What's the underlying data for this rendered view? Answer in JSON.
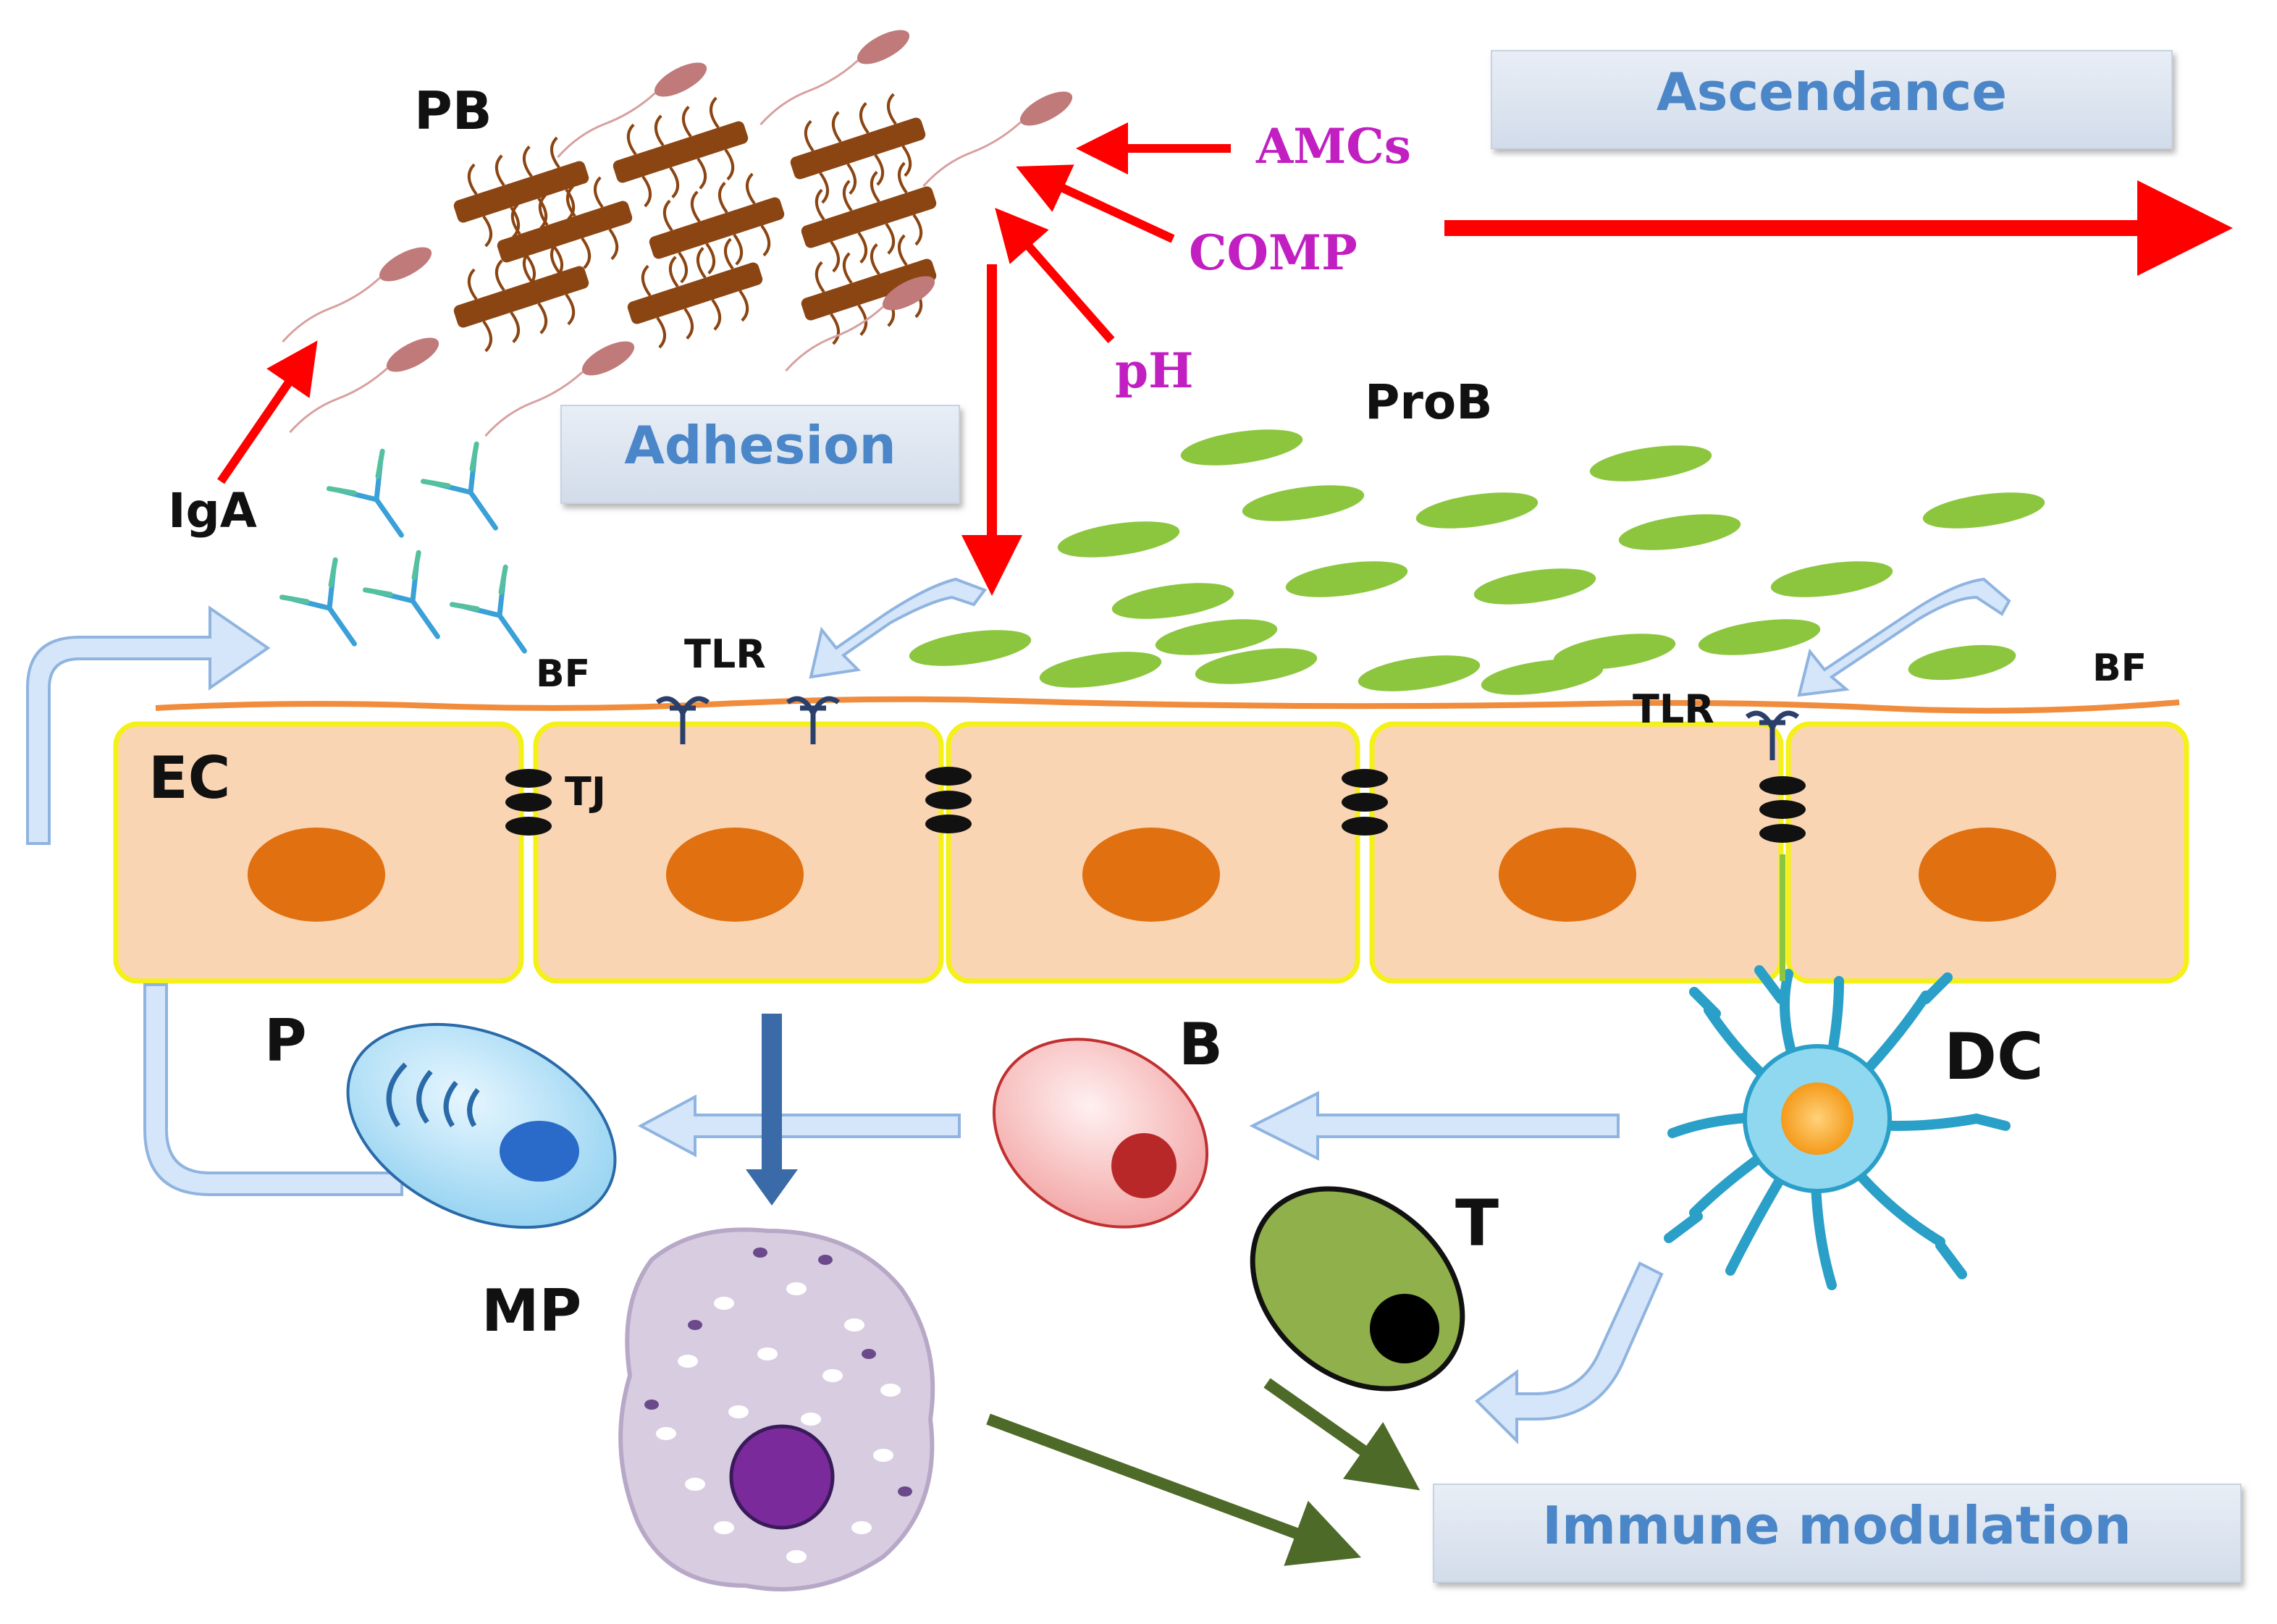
{
  "labels": {
    "pb": "PB",
    "proB": "ProB",
    "iga": "IgA",
    "bf_left": "BF",
    "bf_right": "BF",
    "tlr_left": "TLR",
    "tlr_right": "TLR",
    "ec": "EC",
    "tj": "TJ",
    "p": "P",
    "b": "B",
    "dc": "DC",
    "t": "T",
    "mp": "MP"
  },
  "factors": {
    "amcs": "AMCs",
    "comp": "COMP",
    "ph": "pH"
  },
  "boxes": {
    "ascendance": "Ascendance",
    "adhesion": "Adhesion",
    "immune_modulation": "Immune modulation"
  },
  "colors": {
    "red_arrow": "#ff0000",
    "factor_text": "#c21fc2",
    "box_text": "#4a86c8",
    "box_fill": "#dde6f1",
    "cell_fill": "#fad5b4",
    "cell_border": "#f4f018",
    "nucleus": "#e07010",
    "probiotic": "#8cc63f",
    "pathogen_rod": "#8b4513",
    "biofilm": "#f08c3c",
    "dark_green_arrow": "#4e6a28"
  },
  "icons": {
    "bacteria": "bacterium-icon",
    "antibody": "antibody-icon",
    "receptor": "tlr-receptor-icon",
    "junction": "tight-junction-icon"
  }
}
